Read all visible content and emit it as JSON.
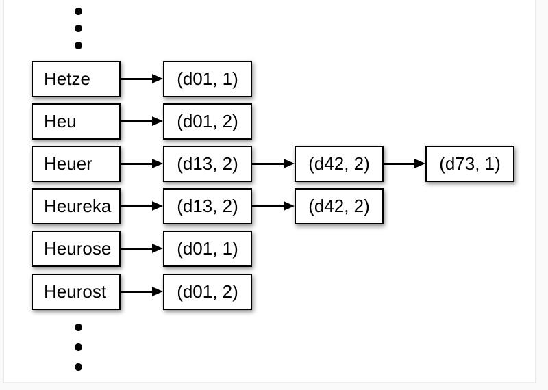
{
  "page": {
    "background": "#fafafa",
    "slide_background": "#ffffff",
    "slide_border": "#ececec"
  },
  "diagram": {
    "type": "inverted-index-postings",
    "ellipsis_top_dots": 3,
    "ellipsis_bottom_dots": 3,
    "rows": [
      {
        "term": "Hetze",
        "postings": [
          "(d01, 1)"
        ]
      },
      {
        "term": "Heu",
        "postings": [
          "(d01, 2)"
        ]
      },
      {
        "term": "Heuer",
        "postings": [
          "(d13, 2)",
          "(d42, 2)",
          "(d73, 1)"
        ]
      },
      {
        "term": "Heureka",
        "postings": [
          "(d13, 2)",
          "(d42, 2)"
        ]
      },
      {
        "term": "Heurose",
        "postings": [
          "(d01, 1)"
        ]
      },
      {
        "term": "Heurost",
        "postings": [
          "(d01, 2)"
        ]
      }
    ],
    "colors": {
      "box_fill": "#ffffff",
      "box_border": "#000000",
      "text": "#000000",
      "arrow": "#000000",
      "shadow": "rgba(0,0,0,0.45)"
    }
  }
}
